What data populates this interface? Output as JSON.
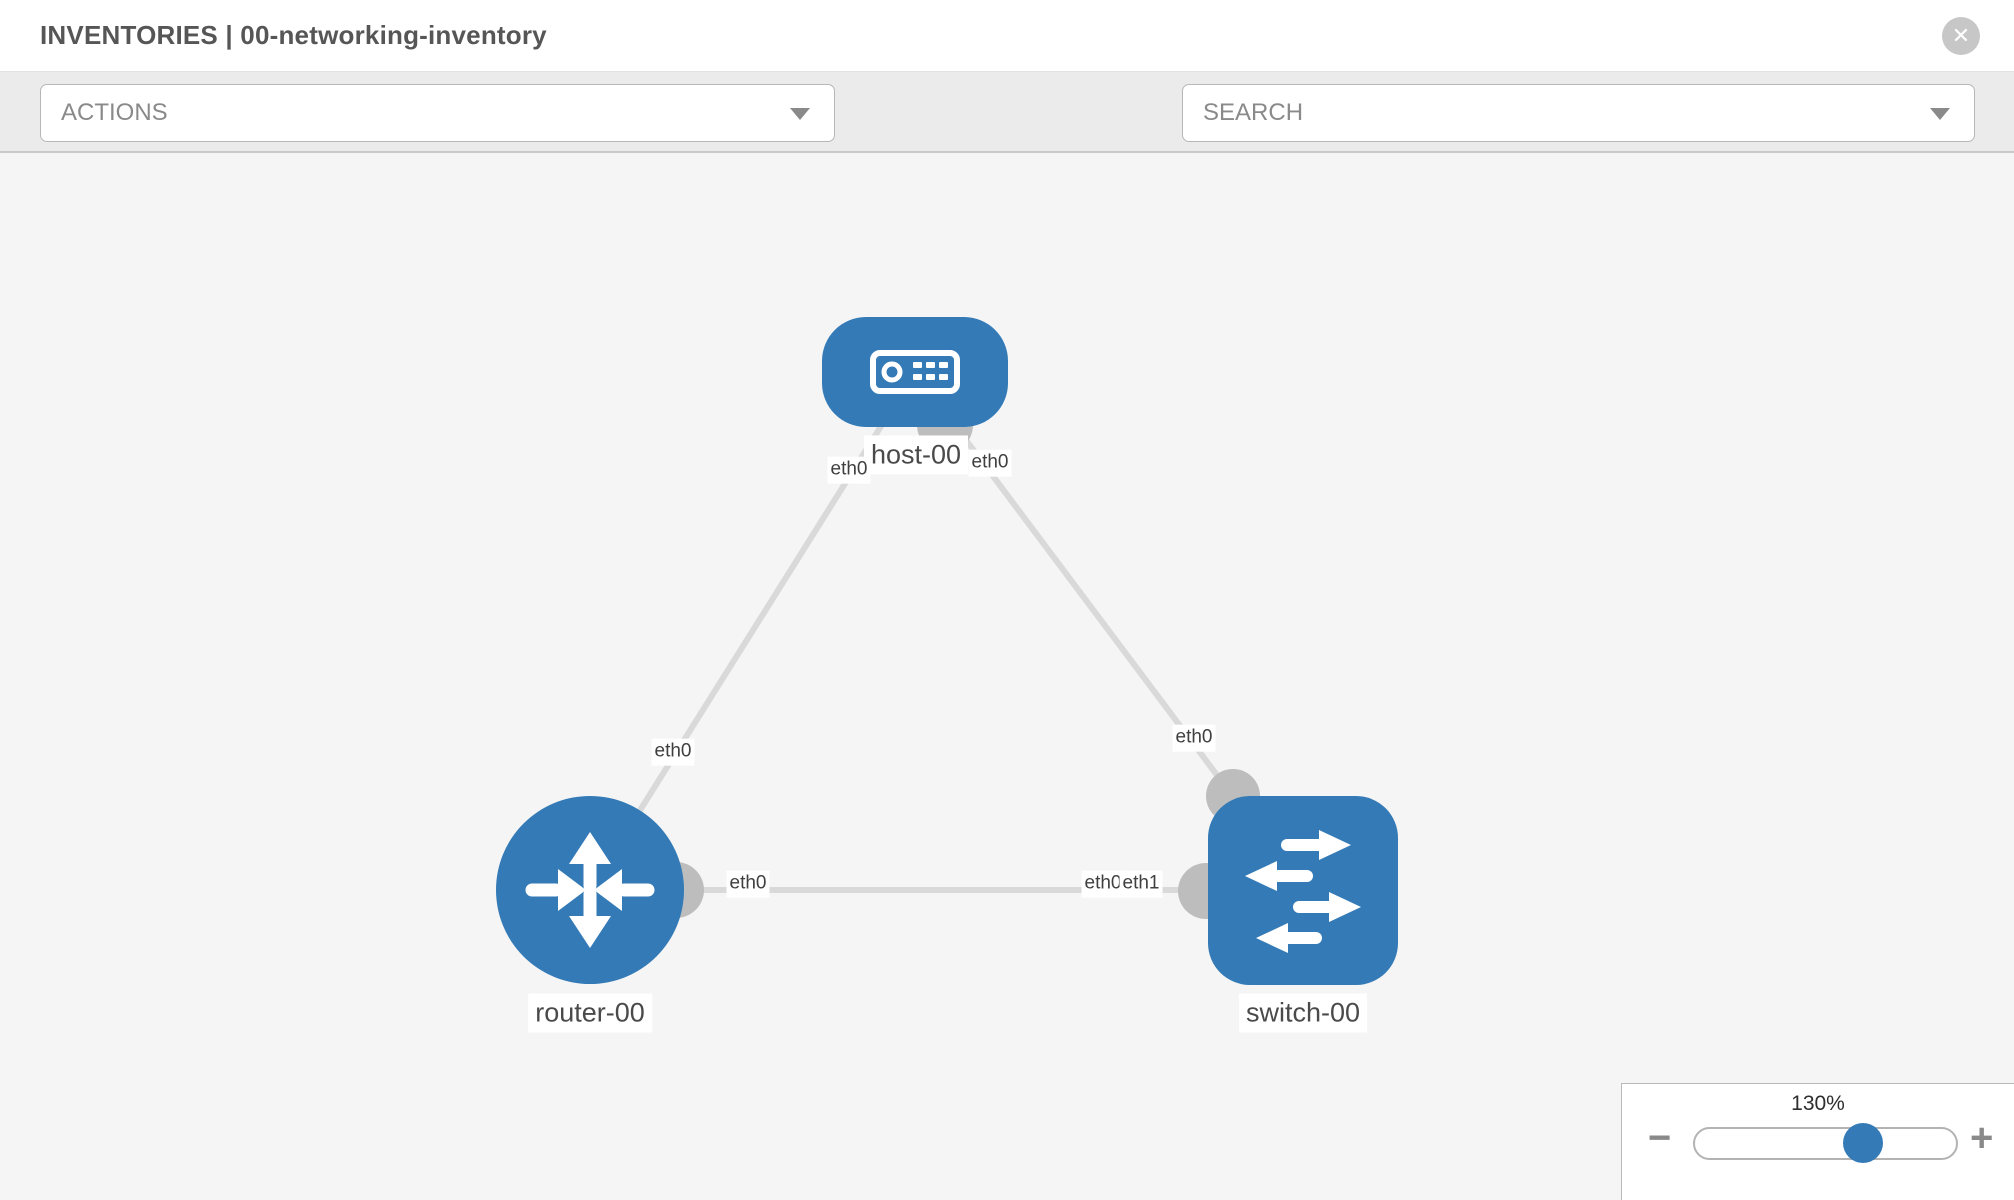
{
  "header": {
    "title": "INVENTORIES | 00-networking-inventory",
    "close_label": "✕"
  },
  "toolbar": {
    "actions_dropdown": {
      "value": "ACTIONS"
    },
    "search_dropdown": {
      "value": "SEARCH"
    },
    "tools": [
      {
        "icon": "wrench-icon"
      },
      {
        "icon": "key-icon"
      }
    ]
  },
  "graph": {
    "nodes": [
      {
        "id": "host-00",
        "type": "host",
        "label": "host-00",
        "shape": "rounded-rect",
        "icon": "server-icon"
      },
      {
        "id": "router-00",
        "type": "router",
        "label": "router-00",
        "shape": "circle",
        "icon": "router-arrows-icon"
      },
      {
        "id": "switch-00",
        "type": "switch",
        "label": "switch-00",
        "shape": "rounded-square",
        "icon": "switch-arrows-icon"
      }
    ],
    "links": [
      {
        "source": "router-00",
        "target": "host-00",
        "source_interface": "eth0",
        "target_interface": "eth0"
      },
      {
        "source": "host-00",
        "target": "switch-00",
        "source_interface": "eth0",
        "target_interface": "eth0"
      },
      {
        "source": "router-00",
        "target": "switch-00",
        "source_interface": "eth0",
        "target_interface": "eth1",
        "overlapped_label": "eth0"
      }
    ],
    "iface_labels": [
      {
        "text": "eth0"
      },
      {
        "text": "eth0"
      },
      {
        "text": "eth0"
      },
      {
        "text": "eth0"
      },
      {
        "text": "eth0"
      },
      {
        "text": "eth0"
      },
      {
        "text": "eth1"
      }
    ]
  },
  "zoom_control": {
    "level": "130%",
    "minus_label": "−",
    "plus_label": "+",
    "slider_percent": 64
  },
  "colors": {
    "node_blue": "#337ab7",
    "link_gray": "#d9d9d9",
    "port_gray": "#bdbdbd",
    "canvas_bg": "#f5f5f5",
    "toolbar_bg": "#ebebeb"
  }
}
